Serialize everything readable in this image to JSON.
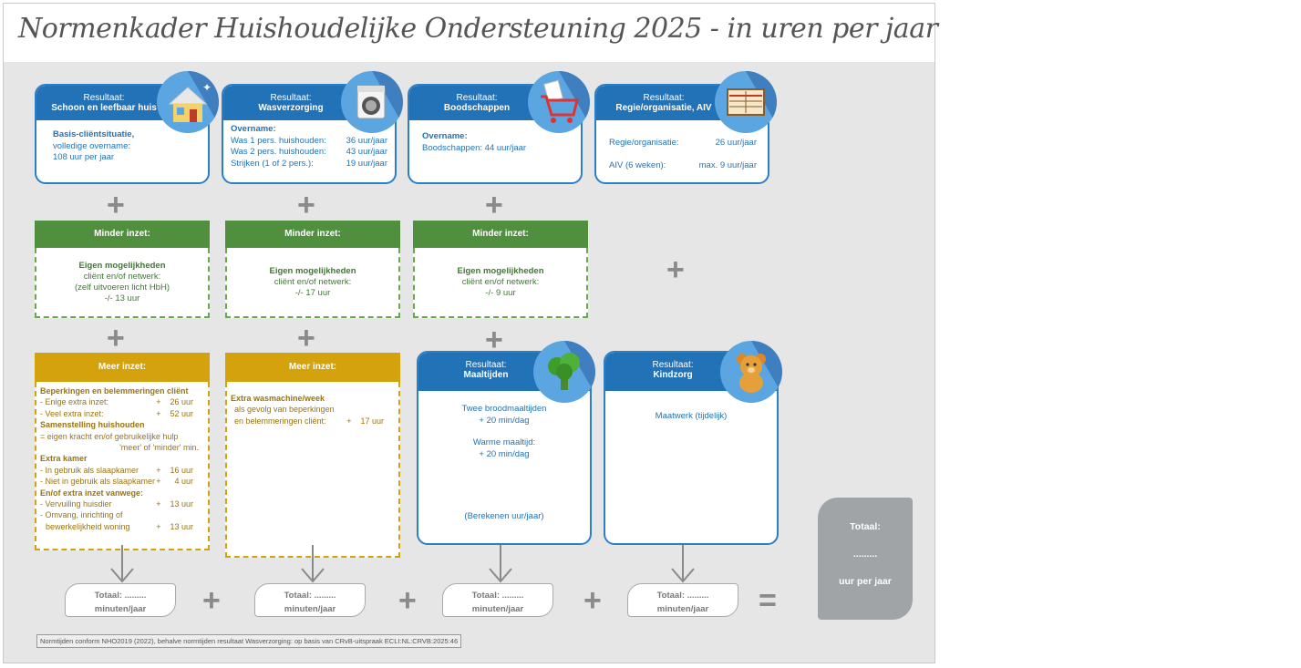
{
  "title": "Normenkader Huishoudelijke Ondersteuning 2025 - in uren per jaar",
  "cards": [
    {
      "label": "Resultaat:",
      "name": "Schoon en leefbaar huis",
      "icon": "house-icon",
      "lines": [
        "Basis-cliëntsituatie,",
        "volledige overname:",
        "108 uur per jaar"
      ]
    },
    {
      "label": "Resultaat:",
      "name": "Wasverzorging",
      "icon": "washing-machine-icon",
      "heading": "Overname:",
      "rows": [
        {
          "k": "Was 1 pers. huishouden:",
          "v": "36 uur/jaar"
        },
        {
          "k": "Was 2 pers. huishouden:",
          "v": "43 uur/jaar"
        },
        {
          "k": "Strijken (1 of 2 pers.):",
          "v": "19 uur/jaar"
        }
      ]
    },
    {
      "label": "Resultaat:",
      "name": "Boodschappen",
      "icon": "shopping-cart-icon",
      "heading": "Overname:",
      "line": "Boodschappen:  44 uur/jaar"
    },
    {
      "label": "Resultaat:",
      "name": "Regie/organisatie, AIV",
      "icon": "planner-icon",
      "rows": [
        {
          "k": "Regie/organisatie:",
          "v": "26 uur/jaar"
        },
        {
          "k": "AIV (6 weken):",
          "v": "max. 9 uur/jaar"
        }
      ]
    }
  ],
  "minder": [
    {
      "head": "Minder inzet:",
      "bold": "Eigen mogelijkheden",
      "lines": [
        "cliënt en/of netwerk:",
        "(zelf uitvoeren licht HbH)",
        "-/- 13 uur"
      ]
    },
    {
      "head": "Minder inzet:",
      "bold": "Eigen mogelijkheden",
      "lines": [
        "cliënt en/of netwerk:",
        "-/- 17 uur"
      ]
    },
    {
      "head": "Minder inzet:",
      "bold": "Eigen mogelijkheden",
      "lines": [
        "cliënt en/of netwerk:",
        "-/- 9 uur"
      ]
    }
  ],
  "meer1": {
    "head": "Meer inzet:",
    "s1": "Beperkingen en belemmeringen cliënt",
    "r1": {
      "k": "- Enige extra inzet:",
      "p": "+",
      "v": "26 uur"
    },
    "r2": {
      "k": "- Veel extra inzet:",
      "p": "+",
      "v": "52 uur"
    },
    "s2": "Samenstelling huishouden",
    "l1": "= eigen kracht en/of gebruikelijke hulp",
    "l2": "'meer' of 'minder' min.",
    "s3": "Extra kamer",
    "r3": {
      "k": "- In gebruik als slaapkamer",
      "p": "+",
      "v": "16 uur"
    },
    "r4": {
      "k": "- Niet in gebruik als slaapkamer",
      "p": "+",
      "v": "4 uur"
    },
    "s4": "En/of extra inzet vanwege:",
    "r5": {
      "k": "- Vervuiling huisdier",
      "p": "+",
      "v": "13 uur"
    },
    "l3": "- Omvang, inrichting of",
    "r6": {
      "k": "bewerkelijkheid woning",
      "p": "+",
      "v": "13 uur"
    }
  },
  "meer2": {
    "head": "Meer inzet:",
    "bold": "Extra wasmachine/week",
    "l1": "als gevolg van beperkingen",
    "r1": {
      "k": "en belemmeringen cliënt:",
      "p": "+",
      "v": "17 uur"
    }
  },
  "maaltijden": {
    "label": "Resultaat:",
    "name": "Maaltijden",
    "icon": "broccoli-icon",
    "a1": "Twee broodmaaltijden",
    "a2": "+ 20 min/dag",
    "b1": "Warme maaltijd:",
    "b2": "+ 20 min/dag",
    "c": "(Berekenen uur/jaar)"
  },
  "kindzorg": {
    "label": "Resultaat:",
    "name": "Kindzorg",
    "icon": "teddy-bear-icon",
    "line": "Maatwerk (tijdelijk)"
  },
  "totals": [
    {
      "l1": "Totaal: .........",
      "l2": "minuten/jaar"
    },
    {
      "l1": "Totaal: .........",
      "l2": "minuten/jaar"
    },
    {
      "l1": "Totaal: .........",
      "l2": "minuten/jaar"
    },
    {
      "l1": "Totaal: .........",
      "l2": "minuten/jaar"
    }
  ],
  "grand_total": {
    "l1": "Totaal:",
    "l2": ".........",
    "l3": "uur per jaar"
  },
  "operators": {
    "plus": "+",
    "equals": "="
  },
  "footnote": "Normtijden conform NHO2019 (2022), behalve normtijden resultaat Wasverzorging: op basis van CRvB-uitspraak ECLI:NL:CRVB:2025:46",
  "colors": {
    "blue": "#2272b8",
    "green": "#4f8f3e",
    "gold": "#d4a20c",
    "grey": "#a0a4a6"
  }
}
